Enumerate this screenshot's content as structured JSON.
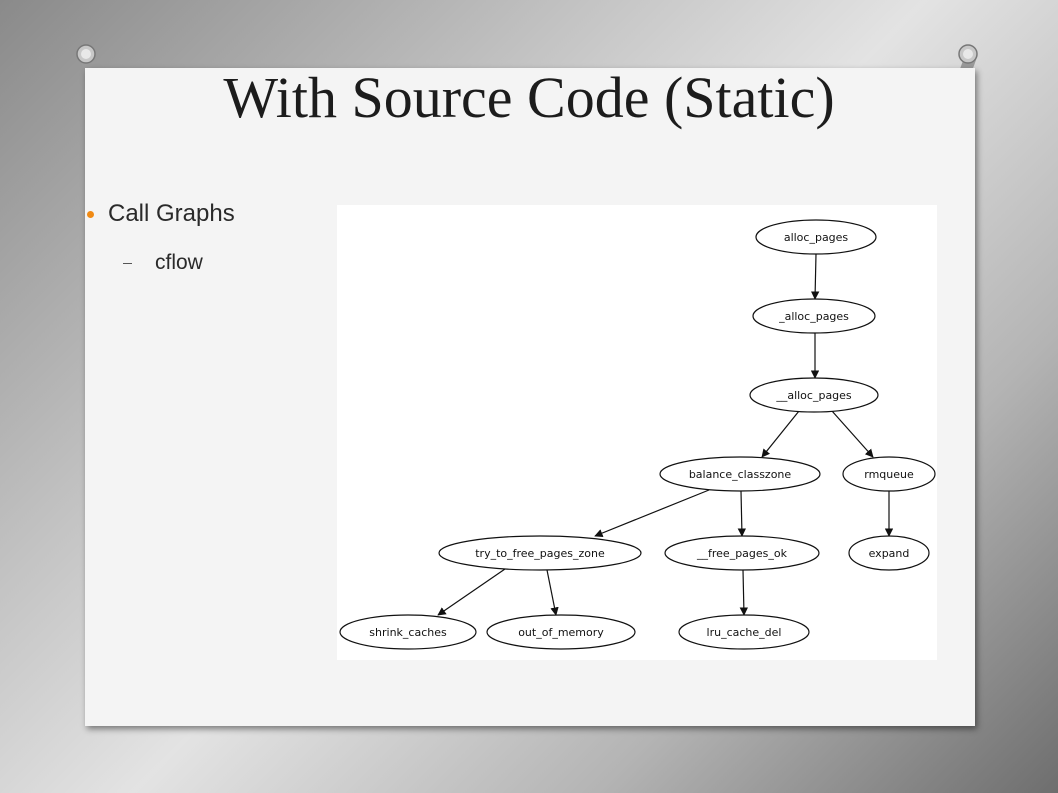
{
  "slide": {
    "title": "With Source Code (Static)",
    "bullets": [
      {
        "text": "Call Graphs",
        "sub": [
          "cflow"
        ]
      }
    ]
  },
  "colors": {
    "bullet_dot": "#f08a14"
  },
  "graph": {
    "nodes": [
      {
        "id": "alloc_pages",
        "label": "alloc_pages"
      },
      {
        "id": "_alloc_pages",
        "label": "_alloc_pages"
      },
      {
        "id": "__alloc_pages",
        "label": "__alloc_pages"
      },
      {
        "id": "balance_classzone",
        "label": "balance_classzone"
      },
      {
        "id": "rmqueue",
        "label": "rmqueue"
      },
      {
        "id": "try_to_free_pages_zone",
        "label": "try_to_free_pages_zone"
      },
      {
        "id": "__free_pages_ok",
        "label": "__free_pages_ok"
      },
      {
        "id": "expand",
        "label": "expand"
      },
      {
        "id": "shrink_caches",
        "label": "shrink_caches"
      },
      {
        "id": "out_of_memory",
        "label": "out_of_memory"
      },
      {
        "id": "lru_cache_del",
        "label": "lru_cache_del"
      }
    ],
    "edges": [
      [
        "alloc_pages",
        "_alloc_pages"
      ],
      [
        "_alloc_pages",
        "__alloc_pages"
      ],
      [
        "__alloc_pages",
        "balance_classzone"
      ],
      [
        "__alloc_pages",
        "rmqueue"
      ],
      [
        "balance_classzone",
        "try_to_free_pages_zone"
      ],
      [
        "balance_classzone",
        "__free_pages_ok"
      ],
      [
        "rmqueue",
        "expand"
      ],
      [
        "try_to_free_pages_zone",
        "shrink_caches"
      ],
      [
        "try_to_free_pages_zone",
        "out_of_memory"
      ],
      [
        "__free_pages_ok",
        "lru_cache_del"
      ]
    ]
  }
}
